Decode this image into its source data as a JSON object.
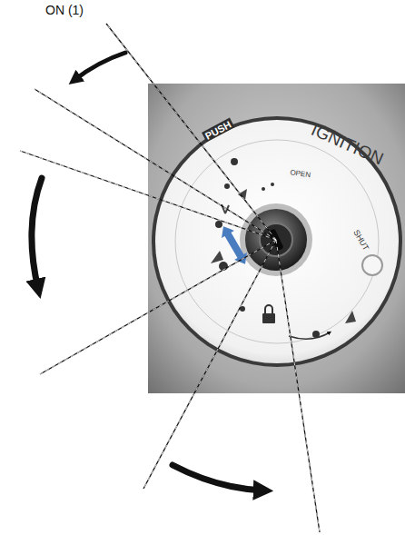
{
  "diagram": {
    "labels": [
      "ON (1)",
      "PUSH",
      "IGNITION",
      "OPEN",
      "SHUT"
    ]
  }
}
